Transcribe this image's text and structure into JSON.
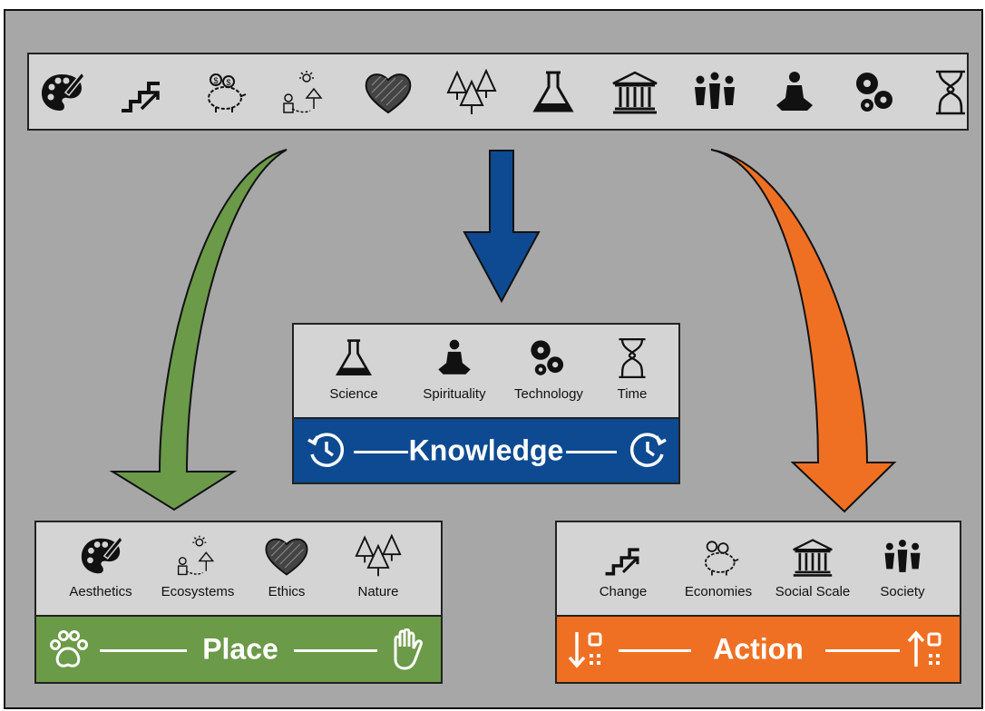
{
  "knowledge": {
    "title": "Knowledge",
    "color": "#0d4a92",
    "items": [
      "Science",
      "Spirituality",
      "Technology",
      "Time"
    ]
  },
  "place": {
    "title": "Place",
    "color": "#6b9a49",
    "items": [
      "Aesthetics",
      "Ecosystems",
      "Ethics",
      "Nature"
    ]
  },
  "action": {
    "title": "Action",
    "color": "#f07023",
    "items": [
      "Change",
      "Economies",
      "Social Scale",
      "Society"
    ]
  },
  "top_icons": [
    "palette-icon",
    "stairs-icon",
    "piggy-bank-icon",
    "ecosystem-icon",
    "heart-icon",
    "trees-icon",
    "flask-icon",
    "bank-icon",
    "people-icon",
    "meditation-icon",
    "gears-icon",
    "hourglass-icon"
  ],
  "arrow_colors": {
    "left": "#6b9a49",
    "center": "#0d4a92",
    "right": "#f07023"
  }
}
